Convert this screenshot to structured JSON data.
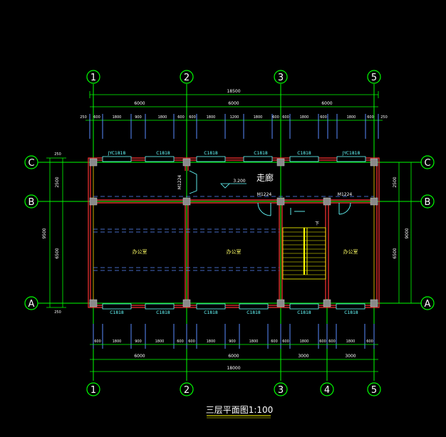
{
  "title": "三层平面图1:100",
  "axes": {
    "top": [
      "1",
      "2",
      "3",
      "5"
    ],
    "bottom": [
      "1",
      "2",
      "3",
      "4",
      "5"
    ],
    "rows": [
      "C",
      "B",
      "A"
    ]
  },
  "dims": {
    "top_total": "18500",
    "top_spans": [
      "6000",
      "6000",
      "6000"
    ],
    "top_details": [
      "250",
      "600",
      "1800",
      "900",
      "1800",
      "600",
      "600",
      "1800",
      "1200",
      "1800",
      "600",
      "600",
      "1800",
      "600",
      "1800",
      "600",
      "250"
    ],
    "bottom_total": "18000",
    "bottom_spans": [
      "6000",
      "6000",
      "3000",
      "3000"
    ],
    "bottom_details": [
      "600",
      "1800",
      "900",
      "1800",
      "600",
      "600",
      "1800",
      "900",
      "1800",
      "600",
      "600",
      "1800",
      "600",
      "600",
      "1800",
      "600"
    ],
    "left_total": "9500",
    "left_spans": [
      "2500",
      "6500"
    ],
    "left_edges": [
      "250",
      "250"
    ],
    "right_total": "9000",
    "right_spans": [
      "2500",
      "6500"
    ]
  },
  "windows_top": [
    "JYC1818",
    "C1818",
    "C1818",
    "C1818",
    "C1818",
    "JYC1818"
  ],
  "windows_bottom": [
    "C1818",
    "C1818",
    "C1818",
    "C1818",
    "C1818",
    "C1818"
  ],
  "doors": [
    "M1224",
    "M1224",
    "M1224"
  ],
  "corridor_label": "走廊",
  "level": "3.200",
  "rooms": [
    "办公室",
    "办公室",
    "办公室"
  ],
  "stair_label": "下",
  "colors": {
    "axis": "#00ff00",
    "wall": "#ff3333",
    "window": "#66ffff",
    "dim": "#00ff00",
    "stair": "#ffff00",
    "column": "#999999"
  }
}
